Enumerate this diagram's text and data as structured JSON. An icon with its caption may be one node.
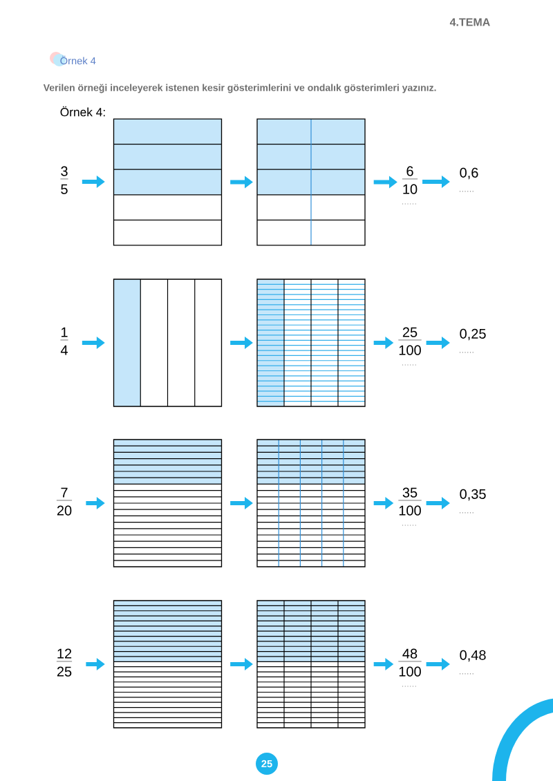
{
  "diagram": {
    "title": "Örnek 4",
    "nodes": [
      {
        "text": [
          "3",
          "5"
        ]
      },
      {
        "text": [],
        "shape": "box"
      },
      {
        "text": [],
        "shape": "box"
      },
      {
        "text": [
          "6",
          "10"
        ]
      },
      {
        "text": [
          "0,6"
        ]
      },
      {
        "text": [
          "1",
          "4"
        ]
      },
      {
        "text": [],
        "shape": "box"
      },
      {
        "text": [],
        "shape": "box"
      },
      {
        "text": [
          "25",
          "100"
        ]
      },
      {
        "text": [
          "0,25"
        ]
      },
      {
        "text": [
          "7",
          "20"
        ]
      },
      {
        "text": [],
        "shape": "box"
      },
      {
        "text": [],
        "shape": "box"
      },
      {
        "text": [
          "35",
          "100"
        ]
      },
      {
        "text": [
          "0,35"
        ]
      },
      {
        "text": [
          "12",
          "25"
        ]
      },
      {
        "text": [],
        "shape": "box"
      },
      {
        "text": [],
        "shape": "box"
      },
      {
        "text": [
          "48",
          "100"
        ]
      },
      {
        "text": [
          "0,48"
        ]
      }
    ],
    "edges": [
      {
        "from": 0,
        "to": 1,
        "arrow": "to"
      },
      {
        "from": 1,
        "to": 2,
        "arrow": "to"
      },
      {
        "from": 2,
        "to": 3,
        "arrow": "to"
      },
      {
        "from": 3,
        "to": 4,
        "arrow": "to"
      },
      {
        "from": 5,
        "to": 6,
        "arrow": "to"
      },
      {
        "from": 6,
        "to": 7,
        "arrow": "to"
      },
      {
        "from": 7,
        "to": 8,
        "arrow": "to"
      },
      {
        "from": 8,
        "to": 9,
        "arrow": "to"
      },
      {
        "from": 10,
        "to": 11,
        "arrow": "to"
      },
      {
        "from": 11,
        "to": 12,
        "arrow": "to"
      },
      {
        "from": 12,
        "to": 13,
        "arrow": "to"
      },
      {
        "from": 13,
        "to": 14,
        "arrow": "to"
      },
      {
        "from": 15,
        "to": 16,
        "arrow": "to"
      },
      {
        "from": 16,
        "to": 17,
        "arrow": "to"
      },
      {
        "from": 17,
        "to": 18,
        "arrow": "to"
      },
      {
        "from": 18,
        "to": 19,
        "arrow": "to"
      }
    ],
    "labels": [
      "4.TEMA",
      "Verilen örneği inceleyerek istenen kesir gösterimlerini ve ondalık gösterimleri yazınız.",
      "Örnek 4:",
      "25"
    ]
  }
}
